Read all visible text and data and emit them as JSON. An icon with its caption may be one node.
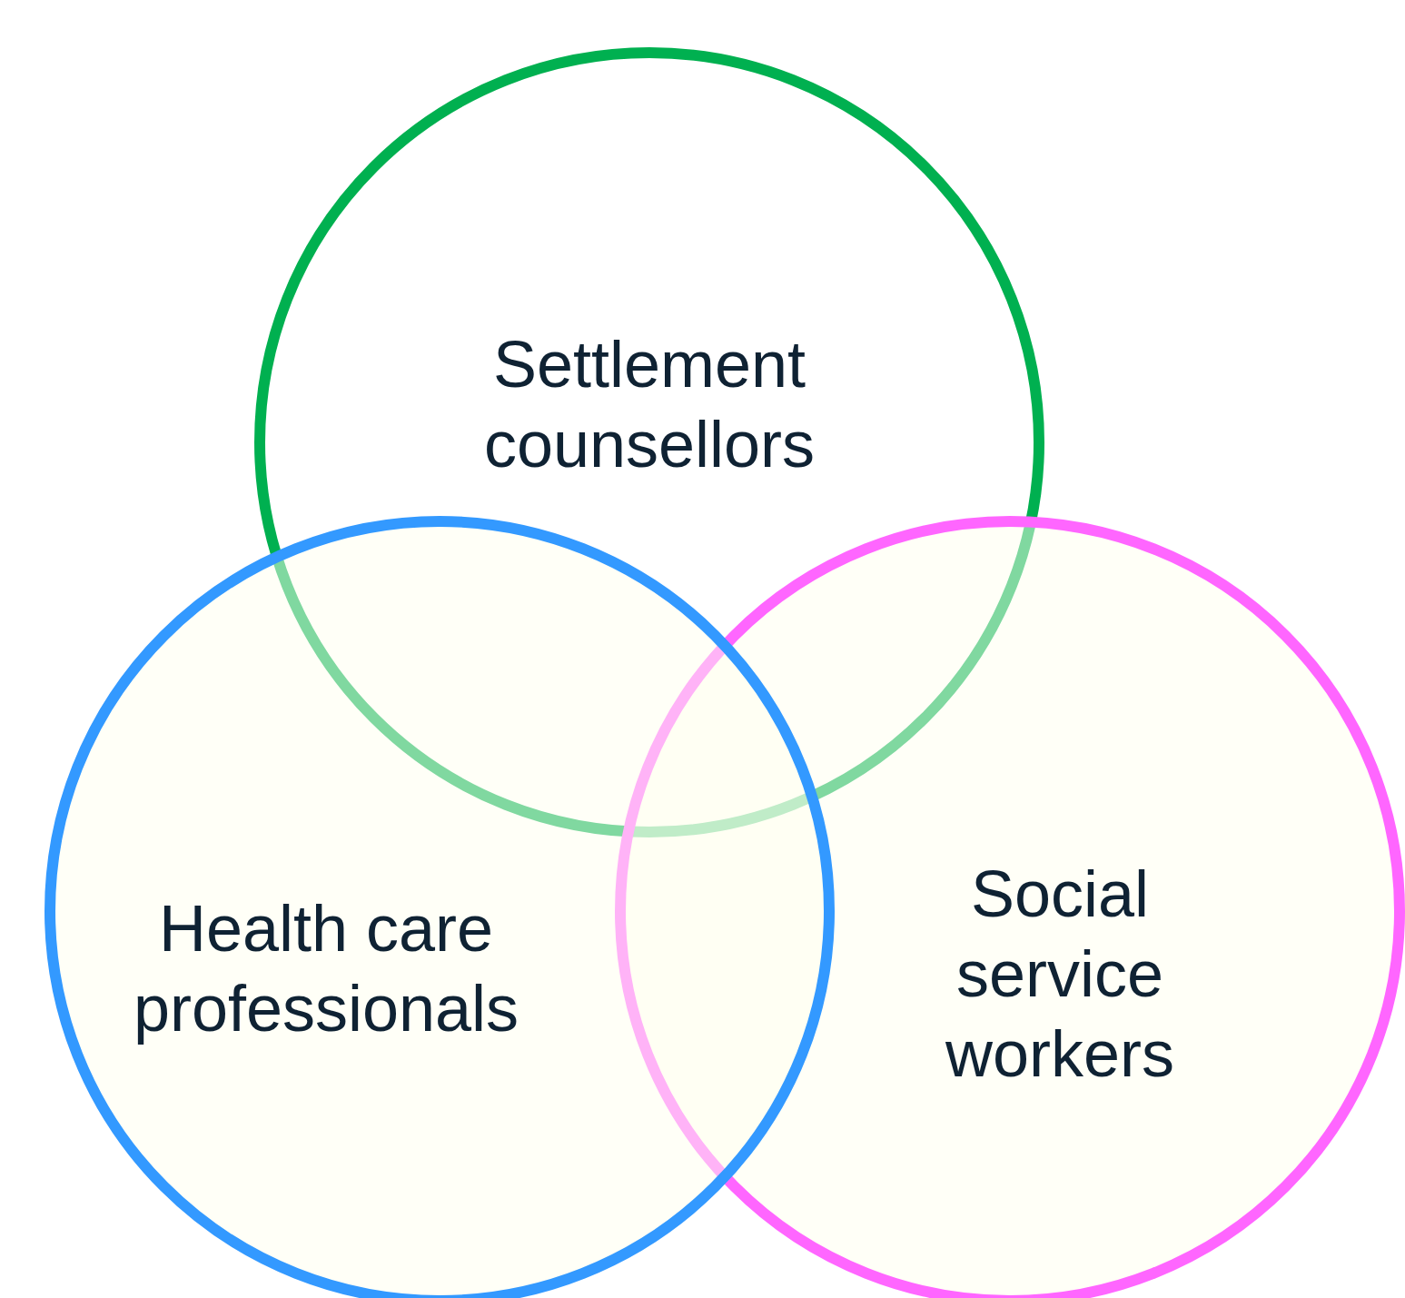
{
  "diagram": {
    "nodes": [
      {
        "text": [
          "Settlement counsellors"
        ]
      },
      {
        "text": [
          "Social service workers"
        ]
      },
      {
        "text": [
          "Health care professionals"
        ]
      }
    ]
  }
}
